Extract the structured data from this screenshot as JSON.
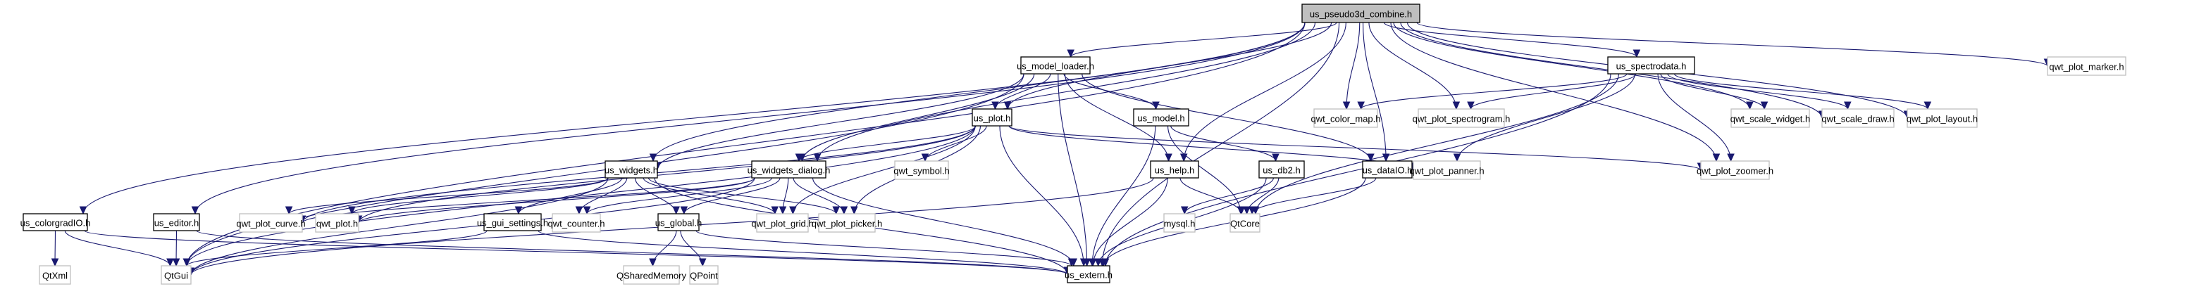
{
  "diagram": {
    "type": "include-dependency-graph",
    "root": "us_pseudo3d_combine.h",
    "colors": {
      "edge": "#191970",
      "root_fill": "#bfbfbf",
      "documented_border": "#000000",
      "external_border": "#bfbfbf"
    },
    "nodes": [
      {
        "id": "root",
        "label": "us_pseudo3d_combine.h",
        "kind": "root"
      },
      {
        "id": "model_loader",
        "label": "us_model_loader.h",
        "kind": "doc"
      },
      {
        "id": "spectrodata",
        "label": "us_spectrodata.h",
        "kind": "doc"
      },
      {
        "id": "plot_marker",
        "label": "qwt_plot_marker.h",
        "kind": "ext"
      },
      {
        "id": "us_plot",
        "label": "us_plot.h",
        "kind": "doc"
      },
      {
        "id": "us_model",
        "label": "us_model.h",
        "kind": "doc"
      },
      {
        "id": "color_map",
        "label": "qwt_color_map.h",
        "kind": "ext"
      },
      {
        "id": "spectrogram",
        "label": "qwt_plot_spectrogram.h",
        "kind": "ext"
      },
      {
        "id": "scale_widget",
        "label": "qwt_scale_widget.h",
        "kind": "ext"
      },
      {
        "id": "scale_draw",
        "label": "qwt_scale_draw.h",
        "kind": "ext"
      },
      {
        "id": "plot_layout",
        "label": "qwt_plot_layout.h",
        "kind": "ext"
      },
      {
        "id": "us_widgets",
        "label": "us_widgets.h",
        "kind": "doc"
      },
      {
        "id": "widgets_dialog",
        "label": "us_widgets_dialog.h",
        "kind": "doc"
      },
      {
        "id": "symbol",
        "label": "qwt_symbol.h",
        "kind": "ext"
      },
      {
        "id": "us_help",
        "label": "us_help.h",
        "kind": "doc"
      },
      {
        "id": "us_db2",
        "label": "us_db2.h",
        "kind": "doc"
      },
      {
        "id": "dataio",
        "label": "us_dataIO.h",
        "kind": "doc"
      },
      {
        "id": "panner",
        "label": "qwt_plot_panner.h",
        "kind": "ext"
      },
      {
        "id": "zoomer",
        "label": "qwt_plot_zoomer.h",
        "kind": "ext"
      },
      {
        "id": "colorgradio",
        "label": "us_colorgradIO.h",
        "kind": "doc"
      },
      {
        "id": "editor",
        "label": "us_editor.h",
        "kind": "doc"
      },
      {
        "id": "plot_curve",
        "label": "qwt_plot_curve.h",
        "kind": "ext"
      },
      {
        "id": "qwt_plot",
        "label": "qwt_plot.h",
        "kind": "ext"
      },
      {
        "id": "gui_settings",
        "label": "us_gui_settings.h",
        "kind": "doc"
      },
      {
        "id": "counter",
        "label": "qwt_counter.h",
        "kind": "ext"
      },
      {
        "id": "us_global",
        "label": "us_global.h",
        "kind": "doc"
      },
      {
        "id": "plot_grid",
        "label": "qwt_plot_grid.h",
        "kind": "ext"
      },
      {
        "id": "plot_picker",
        "label": "qwt_plot_picker.h",
        "kind": "ext"
      },
      {
        "id": "mysql",
        "label": "mysql.h",
        "kind": "ext"
      },
      {
        "id": "qtcore",
        "label": "QtCore",
        "kind": "ext"
      },
      {
        "id": "qtxml",
        "label": "QtXml",
        "kind": "ext"
      },
      {
        "id": "qtgui",
        "label": "QtGui",
        "kind": "ext"
      },
      {
        "id": "us_extern",
        "label": "us_extern.h",
        "kind": "doc"
      },
      {
        "id": "shared_memory",
        "label": "QSharedMemory",
        "kind": "ext"
      },
      {
        "id": "qpoint",
        "label": "QPoint",
        "kind": "ext"
      }
    ],
    "edges": [
      [
        "root",
        "model_loader"
      ],
      [
        "root",
        "spectrodata"
      ],
      [
        "root",
        "plot_marker"
      ],
      [
        "root",
        "us_plot"
      ],
      [
        "root",
        "color_map"
      ],
      [
        "root",
        "spectrogram"
      ],
      [
        "root",
        "scale_widget"
      ],
      [
        "root",
        "scale_draw"
      ],
      [
        "root",
        "plot_layout"
      ],
      [
        "root",
        "us_widgets"
      ],
      [
        "root",
        "widgets_dialog"
      ],
      [
        "root",
        "us_help"
      ],
      [
        "root",
        "zoomer"
      ],
      [
        "root",
        "colorgradio"
      ],
      [
        "root",
        "editor"
      ],
      [
        "root",
        "qtgui"
      ],
      [
        "root",
        "us_extern"
      ],
      [
        "root",
        "dataio"
      ],
      [
        "model_loader",
        "us_plot"
      ],
      [
        "model_loader",
        "us_model"
      ],
      [
        "model_loader",
        "us_widgets"
      ],
      [
        "model_loader",
        "widgets_dialog"
      ],
      [
        "model_loader",
        "us_help"
      ],
      [
        "model_loader",
        "dataio"
      ],
      [
        "model_loader",
        "us_extern"
      ],
      [
        "model_loader",
        "qtgui"
      ],
      [
        "spectrodata",
        "color_map"
      ],
      [
        "spectrodata",
        "spectrogram"
      ],
      [
        "spectrodata",
        "scale_widget"
      ],
      [
        "spectrodata",
        "scale_draw"
      ],
      [
        "spectrodata",
        "plot_layout"
      ],
      [
        "spectrodata",
        "zoomer"
      ],
      [
        "spectrodata",
        "panner"
      ],
      [
        "spectrodata",
        "qtcore"
      ],
      [
        "spectrodata",
        "us_extern"
      ],
      [
        "us_plot",
        "widgets_dialog"
      ],
      [
        "us_plot",
        "symbol"
      ],
      [
        "us_plot",
        "panner"
      ],
      [
        "us_plot",
        "zoomer"
      ],
      [
        "us_plot",
        "plot_curve"
      ],
      [
        "us_plot",
        "qwt_plot"
      ],
      [
        "us_plot",
        "plot_grid"
      ],
      [
        "us_plot",
        "plot_picker"
      ],
      [
        "us_plot",
        "us_extern"
      ],
      [
        "us_plot",
        "qtgui"
      ],
      [
        "us_model",
        "us_db2"
      ],
      [
        "us_model",
        "qtcore"
      ],
      [
        "us_model",
        "us_extern"
      ],
      [
        "us_widgets",
        "plot_curve"
      ],
      [
        "us_widgets",
        "qwt_plot"
      ],
      [
        "us_widgets",
        "gui_settings"
      ],
      [
        "us_widgets",
        "counter"
      ],
      [
        "us_widgets",
        "us_global"
      ],
      [
        "us_widgets",
        "plot_grid"
      ],
      [
        "us_widgets",
        "plot_picker"
      ],
      [
        "us_widgets",
        "us_extern"
      ],
      [
        "us_widgets",
        "qtgui"
      ],
      [
        "widgets_dialog",
        "qwt_plot"
      ],
      [
        "widgets_dialog",
        "plot_curve"
      ],
      [
        "widgets_dialog",
        "counter"
      ],
      [
        "widgets_dialog",
        "us_global"
      ],
      [
        "widgets_dialog",
        "plot_grid"
      ],
      [
        "widgets_dialog",
        "plot_picker"
      ],
      [
        "widgets_dialog",
        "us_extern"
      ],
      [
        "widgets_dialog",
        "qtgui"
      ],
      [
        "us_help",
        "qtcore"
      ],
      [
        "us_help",
        "us_extern"
      ],
      [
        "us_help",
        "qtgui"
      ],
      [
        "us_db2",
        "mysql"
      ],
      [
        "us_db2",
        "qtcore"
      ],
      [
        "us_db2",
        "us_extern"
      ],
      [
        "dataio",
        "qtcore"
      ],
      [
        "dataio",
        "us_extern"
      ],
      [
        "colorgradio",
        "qtxml"
      ],
      [
        "colorgradio",
        "qtgui"
      ],
      [
        "colorgradio",
        "us_extern"
      ],
      [
        "editor",
        "qtgui"
      ],
      [
        "editor",
        "us_extern"
      ],
      [
        "gui_settings",
        "qtgui"
      ],
      [
        "gui_settings",
        "us_extern"
      ],
      [
        "us_global",
        "shared_memory"
      ],
      [
        "us_global",
        "qpoint"
      ],
      [
        "us_global",
        "us_extern"
      ]
    ]
  }
}
